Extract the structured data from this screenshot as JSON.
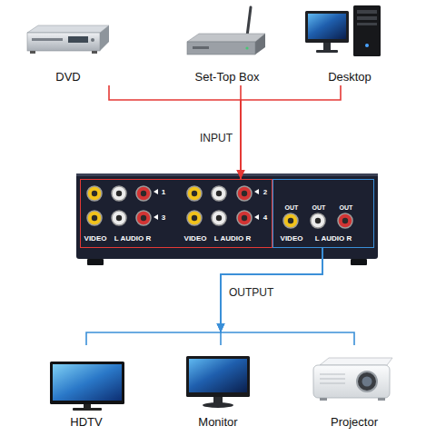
{
  "diagram": {
    "nodes": [
      {
        "text": [
          "DVD"
        ]
      },
      {
        "text": [
          "Set-Top Box"
        ]
      },
      {
        "text": [
          "Desktop"
        ]
      },
      {
        "text": [
          "1",
          "2",
          "3",
          "4",
          "VIDEO",
          "L AUDIO R",
          "VIDEO",
          "L AUDIO R"
        ]
      },
      {
        "text": [
          "OUT",
          "OUT",
          "OUT",
          "VIDEO",
          "L AUDIO R"
        ]
      },
      {
        "text": [
          "HDTV"
        ]
      },
      {
        "text": [
          "Monitor"
        ]
      },
      {
        "text": [
          "Projector"
        ]
      }
    ],
    "edges": [
      {
        "from": 0,
        "to": 3,
        "arrow": "to"
      },
      {
        "from": 1,
        "to": 3,
        "label": "INPUT",
        "arrow": "to"
      },
      {
        "from": 2,
        "to": 3,
        "arrow": "to"
      },
      {
        "from": 4,
        "to": 5,
        "arrow": "to"
      },
      {
        "from": 4,
        "to": 6,
        "label": "OUTPUT",
        "arrow": "to"
      },
      {
        "from": 4,
        "to": 7,
        "arrow": "to"
      }
    ]
  }
}
